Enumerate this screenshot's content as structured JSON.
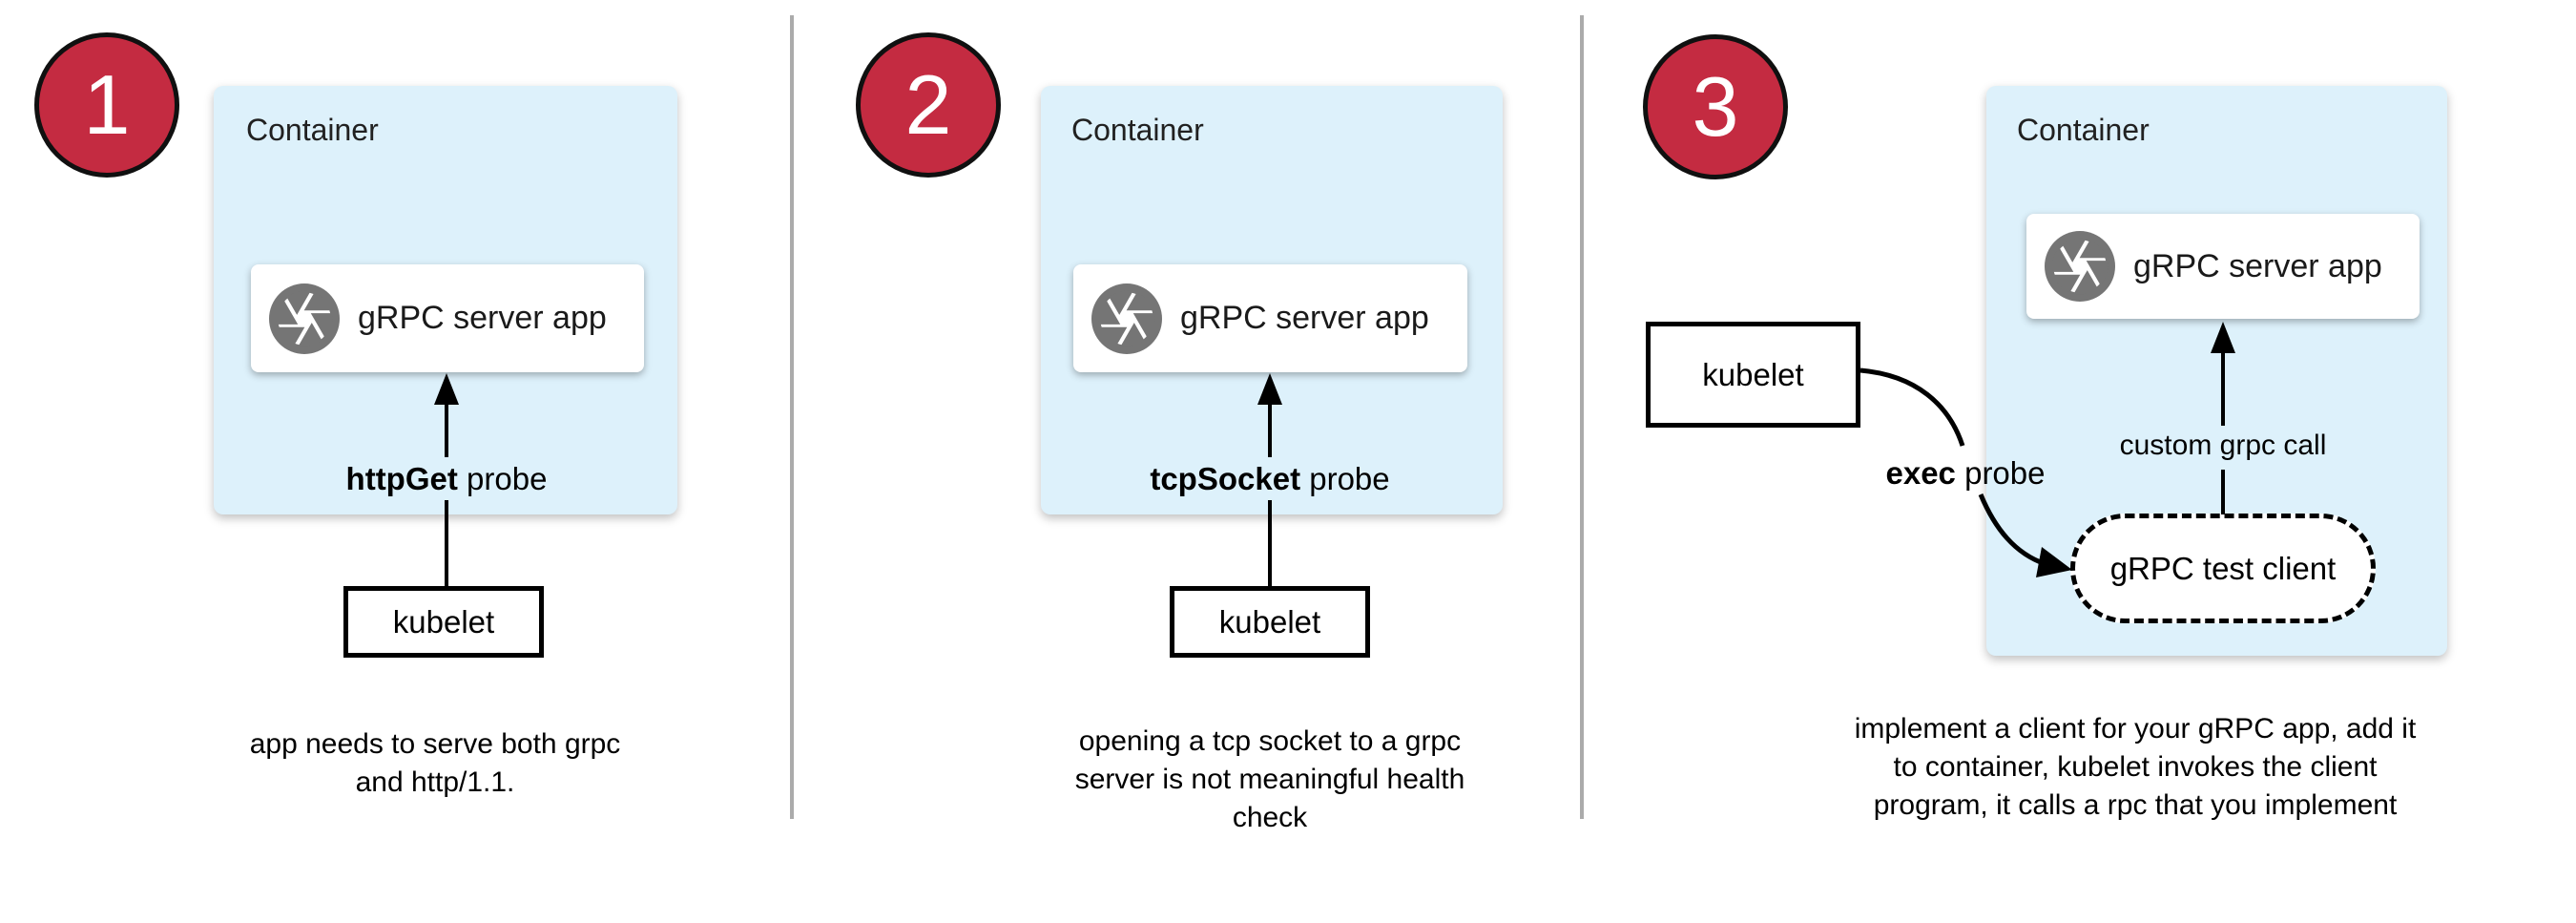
{
  "diagram": {
    "colors": {
      "step_badge": "#c42b41",
      "container_fill": "#ddf1fb",
      "icon_gray": "#757575",
      "divider": "#ababab"
    },
    "panels": [
      {
        "step_number": "1",
        "container_label": "Container",
        "server_app_label": "gRPC server app",
        "probe_keyword": "httpGet",
        "probe_suffix": " probe",
        "kubelet_label": "kubelet",
        "caption_lines": [
          "app needs to serve both grpc",
          "and http/1.1."
        ]
      },
      {
        "step_number": "2",
        "container_label": "Container",
        "server_app_label": "gRPC server app",
        "probe_keyword": "tcpSocket",
        "probe_suffix": " probe",
        "kubelet_label": "kubelet",
        "caption_lines": [
          "opening a tcp socket to a grpc",
          "server is not meaningful health",
          "check"
        ]
      },
      {
        "step_number": "3",
        "container_label": "Container",
        "server_app_label": "gRPC server app",
        "probe_keyword": "exec",
        "probe_suffix": " probe",
        "kubelet_label": "kubelet",
        "custom_call_label": "custom grpc call",
        "test_client_label": "gRPC test client",
        "caption_lines": [
          "implement a client for your gRPC app, add it",
          "to container, kubelet invokes the client",
          "program, it calls a rpc that you implement"
        ]
      }
    ]
  }
}
